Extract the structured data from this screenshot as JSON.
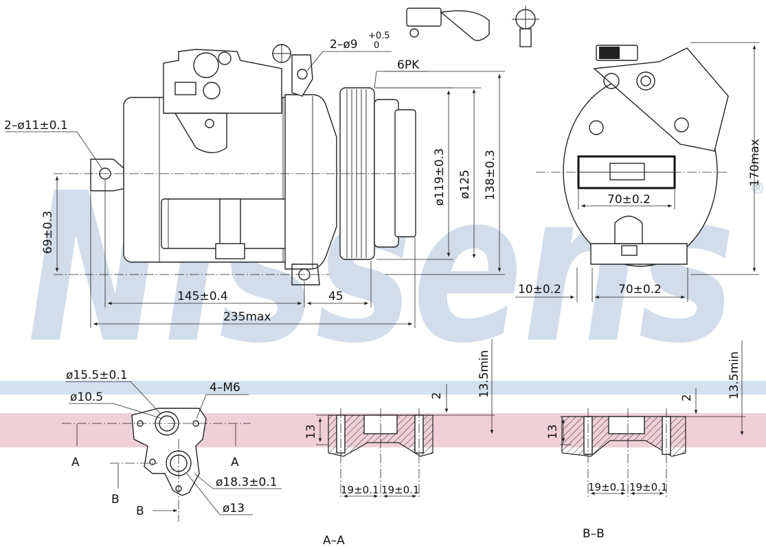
{
  "watermark": {
    "brand": "Nissens",
    "registered_mark": "®"
  },
  "colors": {
    "watermark": "#c9d8e8",
    "band_blue": "#d3e1ee",
    "band_pink": "#f0d0d8",
    "line": "#222222"
  },
  "main_view": {
    "callouts": {
      "mount_holes": "2–ø11±0.1",
      "top_holes": "2–ø9",
      "top_holes_tol_upper": "+0.5",
      "top_holes_tol_lower": "0",
      "belt": "6PK"
    },
    "dims": {
      "pulley_inner": "ø119±0.3",
      "pulley_outer": "ø125",
      "pulley_total": "138±0.3",
      "height": "69±0.3",
      "length_mount": "145±0.4",
      "length_pulley": "45",
      "length_total": "235max"
    }
  },
  "side_view": {
    "dims": {
      "height": "170max",
      "width_top": "70±0.2",
      "offset": "10±0.2",
      "width_bottom": "70±0.2"
    }
  },
  "port_view": {
    "labels": {
      "port_large": "ø15.5±0.1",
      "port_small": "ø10.5",
      "threads": "4–M6",
      "port2_outer": "ø18.3±0.1",
      "port2_inner": "ø13",
      "section_a_left": "A",
      "section_a_right": "A",
      "section_b_top": "B",
      "section_b_bottom": "B"
    }
  },
  "section_aa": {
    "title": "A–A",
    "dims": {
      "depth": "13.5min",
      "step": "2",
      "thickness": "13",
      "spacing_left": "19±0.1",
      "spacing_right": "19±0.1"
    }
  },
  "section_bb": {
    "title": "B–B",
    "dims": {
      "depth": "13.5min",
      "step": "2",
      "thickness": "13",
      "spacing_left": "19±0.1",
      "spacing_right": "19±0.1"
    }
  }
}
